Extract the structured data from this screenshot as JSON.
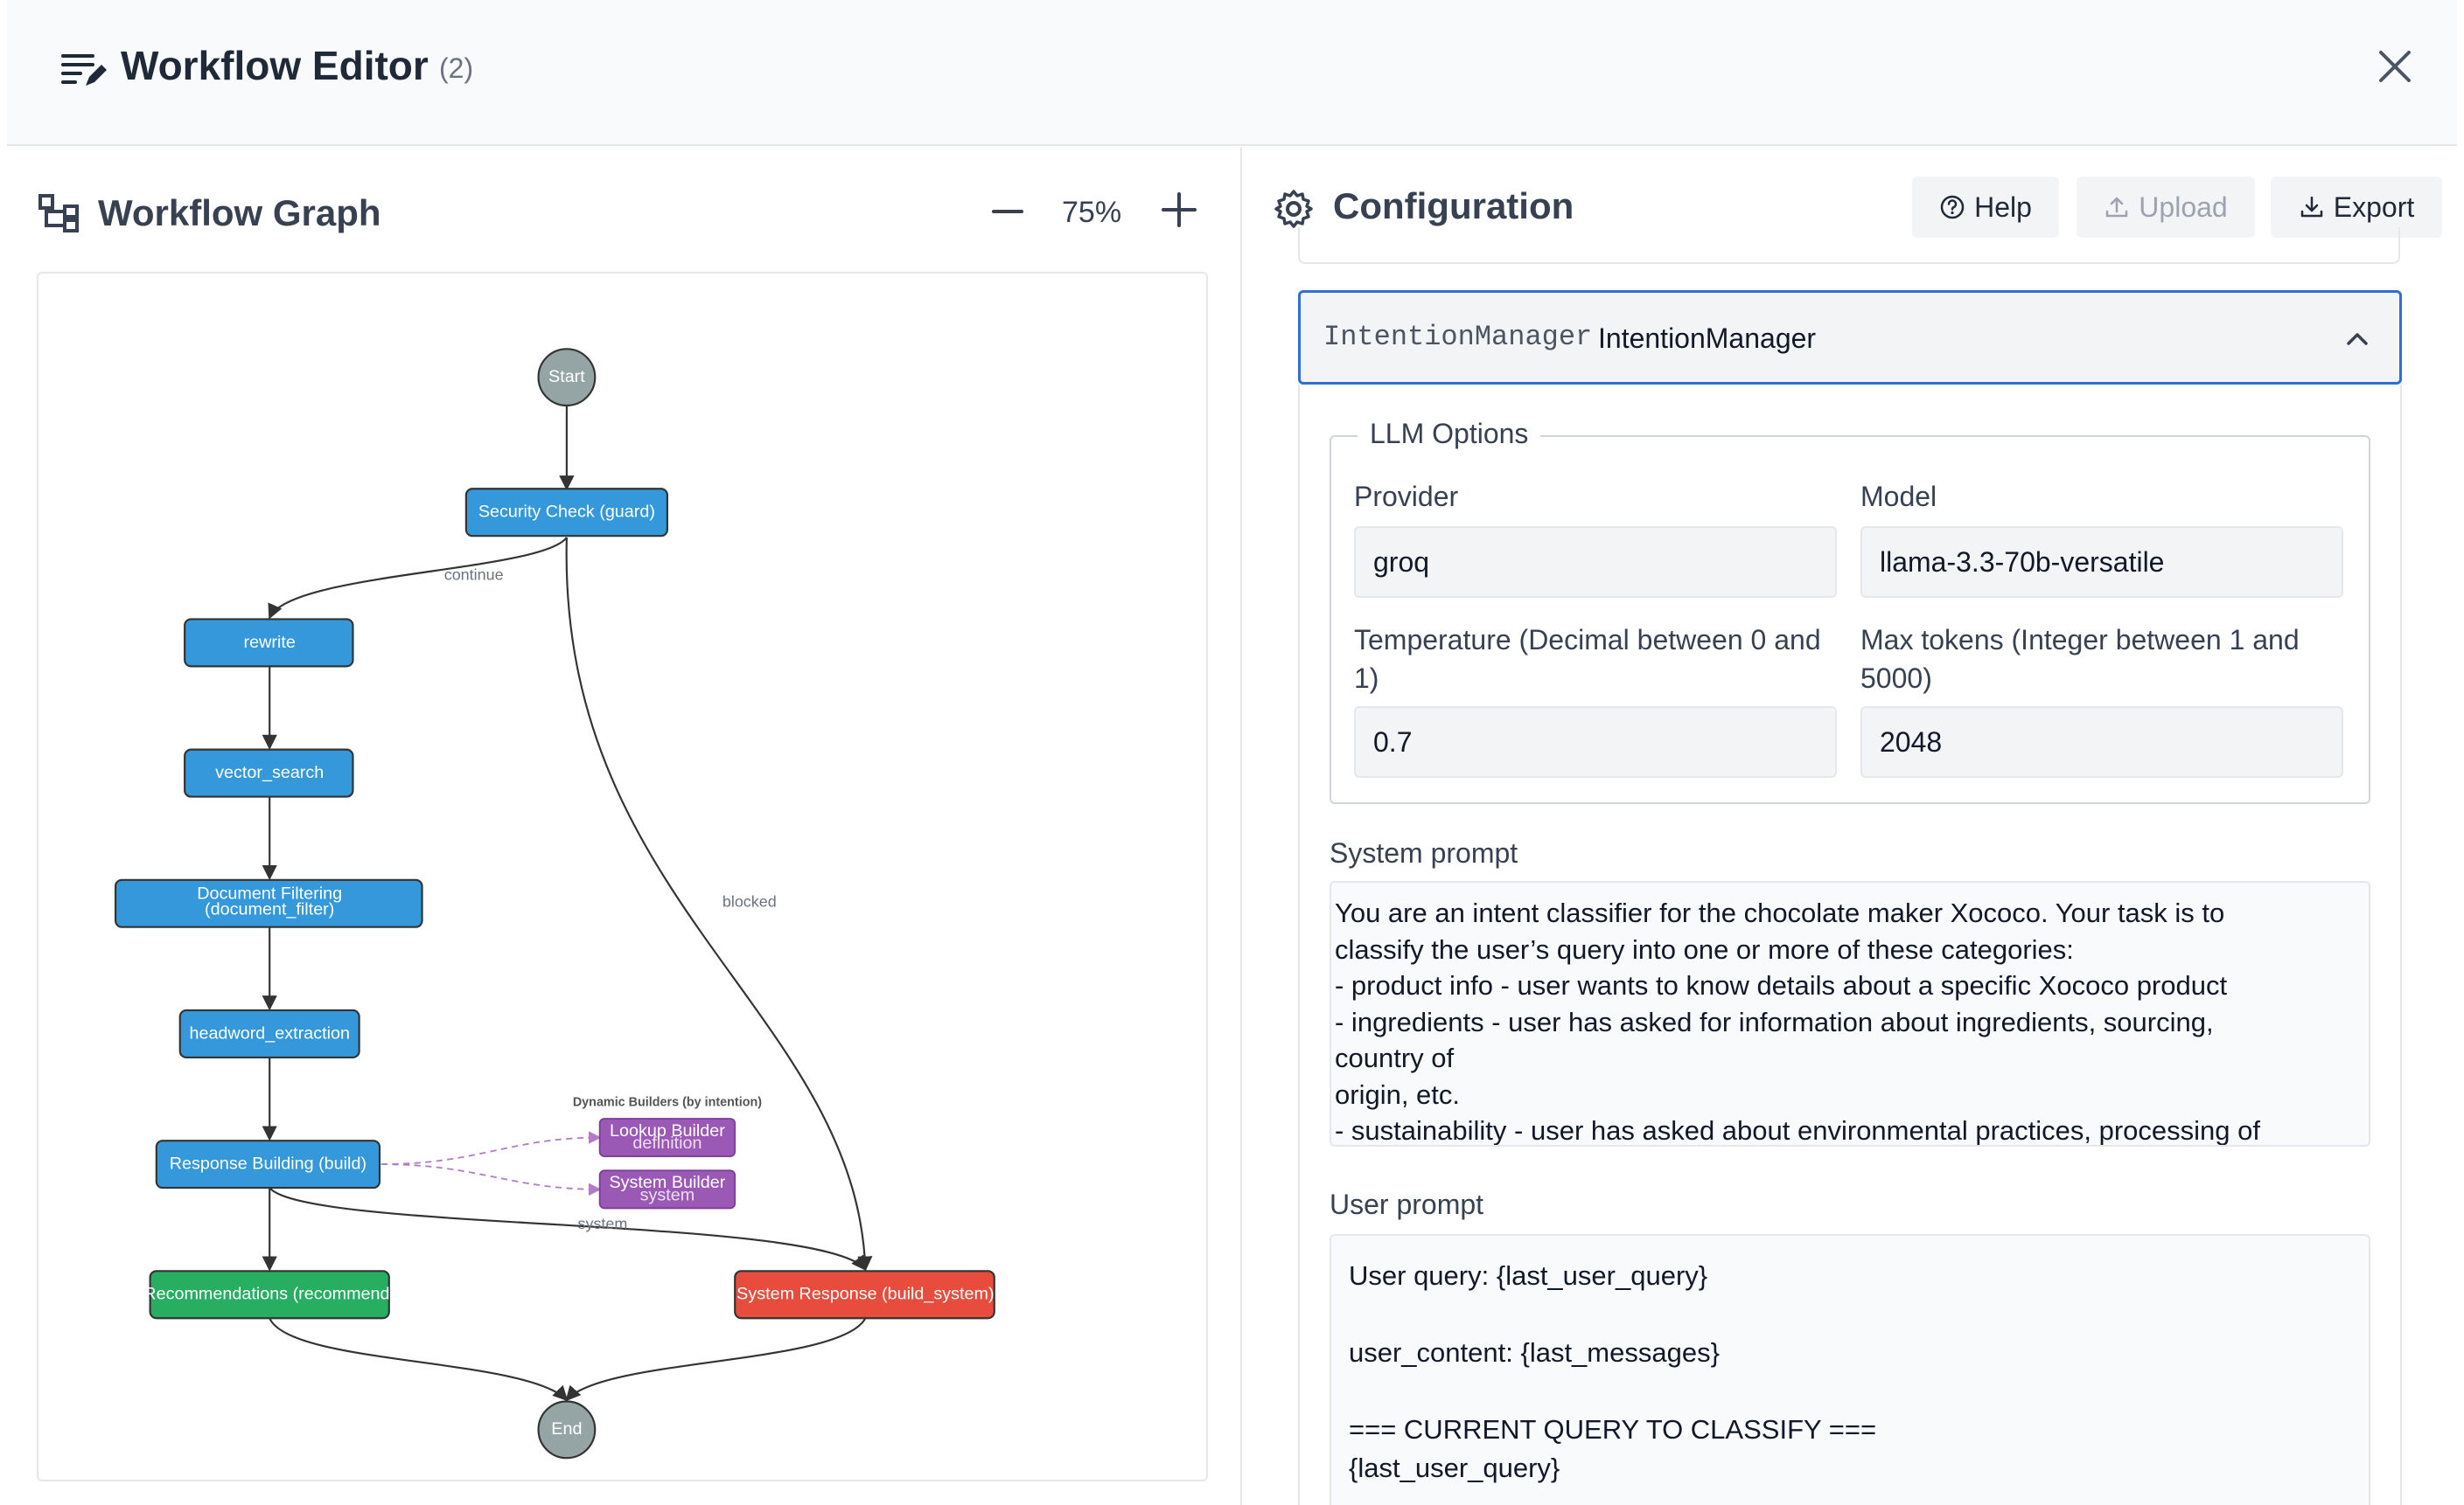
{
  "header": {
    "title": "Workflow Editor",
    "count": "(2)"
  },
  "graph": {
    "title": "Workflow Graph",
    "zoom": "75%",
    "nodes": {
      "start": "Start",
      "security": "Security Check (guard)",
      "rewrite": "rewrite",
      "vector": "vector_search",
      "docfilter_1": "Document Filtering",
      "docfilter_2": "(document_filter)",
      "headword": "headword_extraction",
      "build": "Response Building (build)",
      "lookup": "Lookup Builder",
      "lookup_sub": "definition",
      "sysbuilder": "System Builder",
      "sysbuilder_sub": "system",
      "recommend": "Recommendations (recommend)",
      "sysresp": "System Response (build_system)",
      "end": "End"
    },
    "group_label": "Dynamic Builders (by intention)",
    "edges": {
      "continue": "continue",
      "blocked": "blocked",
      "system": "system"
    },
    "colors": {
      "blue": "#3498db",
      "green": "#27ae60",
      "red": "#e74c3c",
      "purple": "#9b59b6",
      "gray": "#95a5a6"
    }
  },
  "config": {
    "title": "Configuration",
    "help": "Help",
    "upload": "Upload",
    "export": "Export",
    "node_type": "IntentionManager",
    "node_name": "IntentionManager",
    "llm": {
      "legend": "LLM Options",
      "provider_label": "Provider",
      "provider": "groq",
      "model_label": "Model",
      "model": "llama-3.3-70b-versatile",
      "temperature_label": "Temperature (Decimal between 0 and 1)",
      "temperature": "0.7",
      "max_tokens_label": "Max tokens (Integer between 1 and 5000)",
      "max_tokens": "2048"
    },
    "system_prompt_label": "System prompt",
    "system_prompt": "You are an intent classifier for the chocolate maker Xococo. Your task is to\nclassify the user’s query into one or more of these categories:\n- product info - user wants to know details about a specific Xococo product\n- ingredients - user has asked for information about ingredients, sourcing,\ncountry of\norigin, etc.\n- sustainability - user has asked about environmental practices, processing of",
    "user_prompt_label": "User prompt",
    "user_prompt": "User query: {last_user_query}\n\nuser_content: {last_messages}\n\n=== CURRENT QUERY TO CLASSIFY ===\n{last_user_query}"
  }
}
